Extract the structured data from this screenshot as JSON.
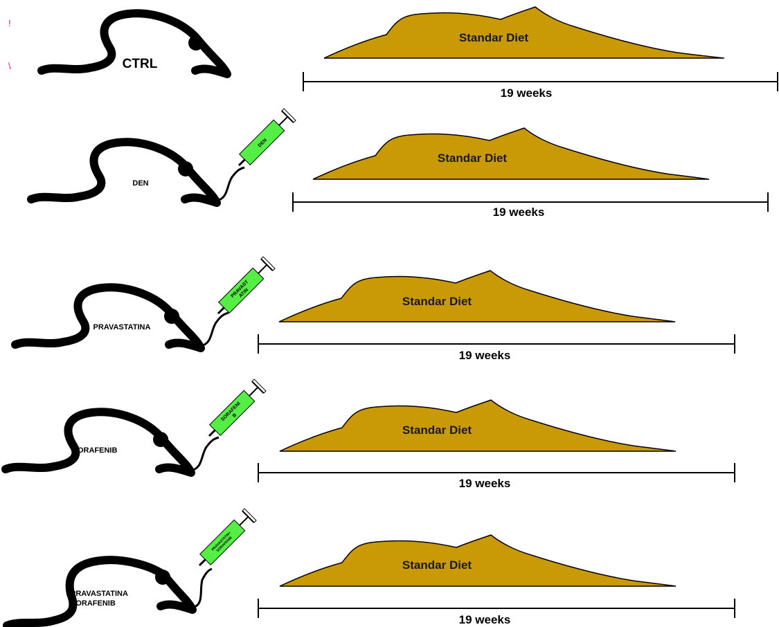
{
  "colors": {
    "diet_fill": "#c99a06",
    "syringe_fill": "#55ee44",
    "mouse_stroke": "#000000",
    "edge_mark": "#ff00cc"
  },
  "edge_marks": [
    "!",
    "\\"
  ],
  "groups": [
    {
      "id": "ctrl",
      "mouse_label": [
        "CTRL"
      ],
      "syringe_label": [],
      "diet_label": "Standar Diet",
      "duration_label": "19 weeks"
    },
    {
      "id": "den",
      "mouse_label": [
        "DEN"
      ],
      "syringe_label": [
        "DEN"
      ],
      "diet_label": "Standar Diet",
      "duration_label": "19 weeks"
    },
    {
      "id": "prava",
      "mouse_label": [
        "PRAVASTATINA"
      ],
      "syringe_label": [
        "PRAVAST",
        "ATIN"
      ],
      "diet_label": "Standar Diet",
      "duration_label": "19 weeks"
    },
    {
      "id": "sora",
      "mouse_label": [
        "SORAFENIB"
      ],
      "syringe_label": [
        "SORAFENI",
        "B"
      ],
      "diet_label": "Standar Diet",
      "duration_label": "19 weeks"
    },
    {
      "id": "combo",
      "mouse_label": [
        "PRAVASTATINA",
        "SORAFENIB"
      ],
      "syringe_label": [
        "PRAVASTATIN+",
        "SORAFENIB"
      ],
      "diet_label": "Standar Diet",
      "duration_label": "19 weeks"
    }
  ]
}
